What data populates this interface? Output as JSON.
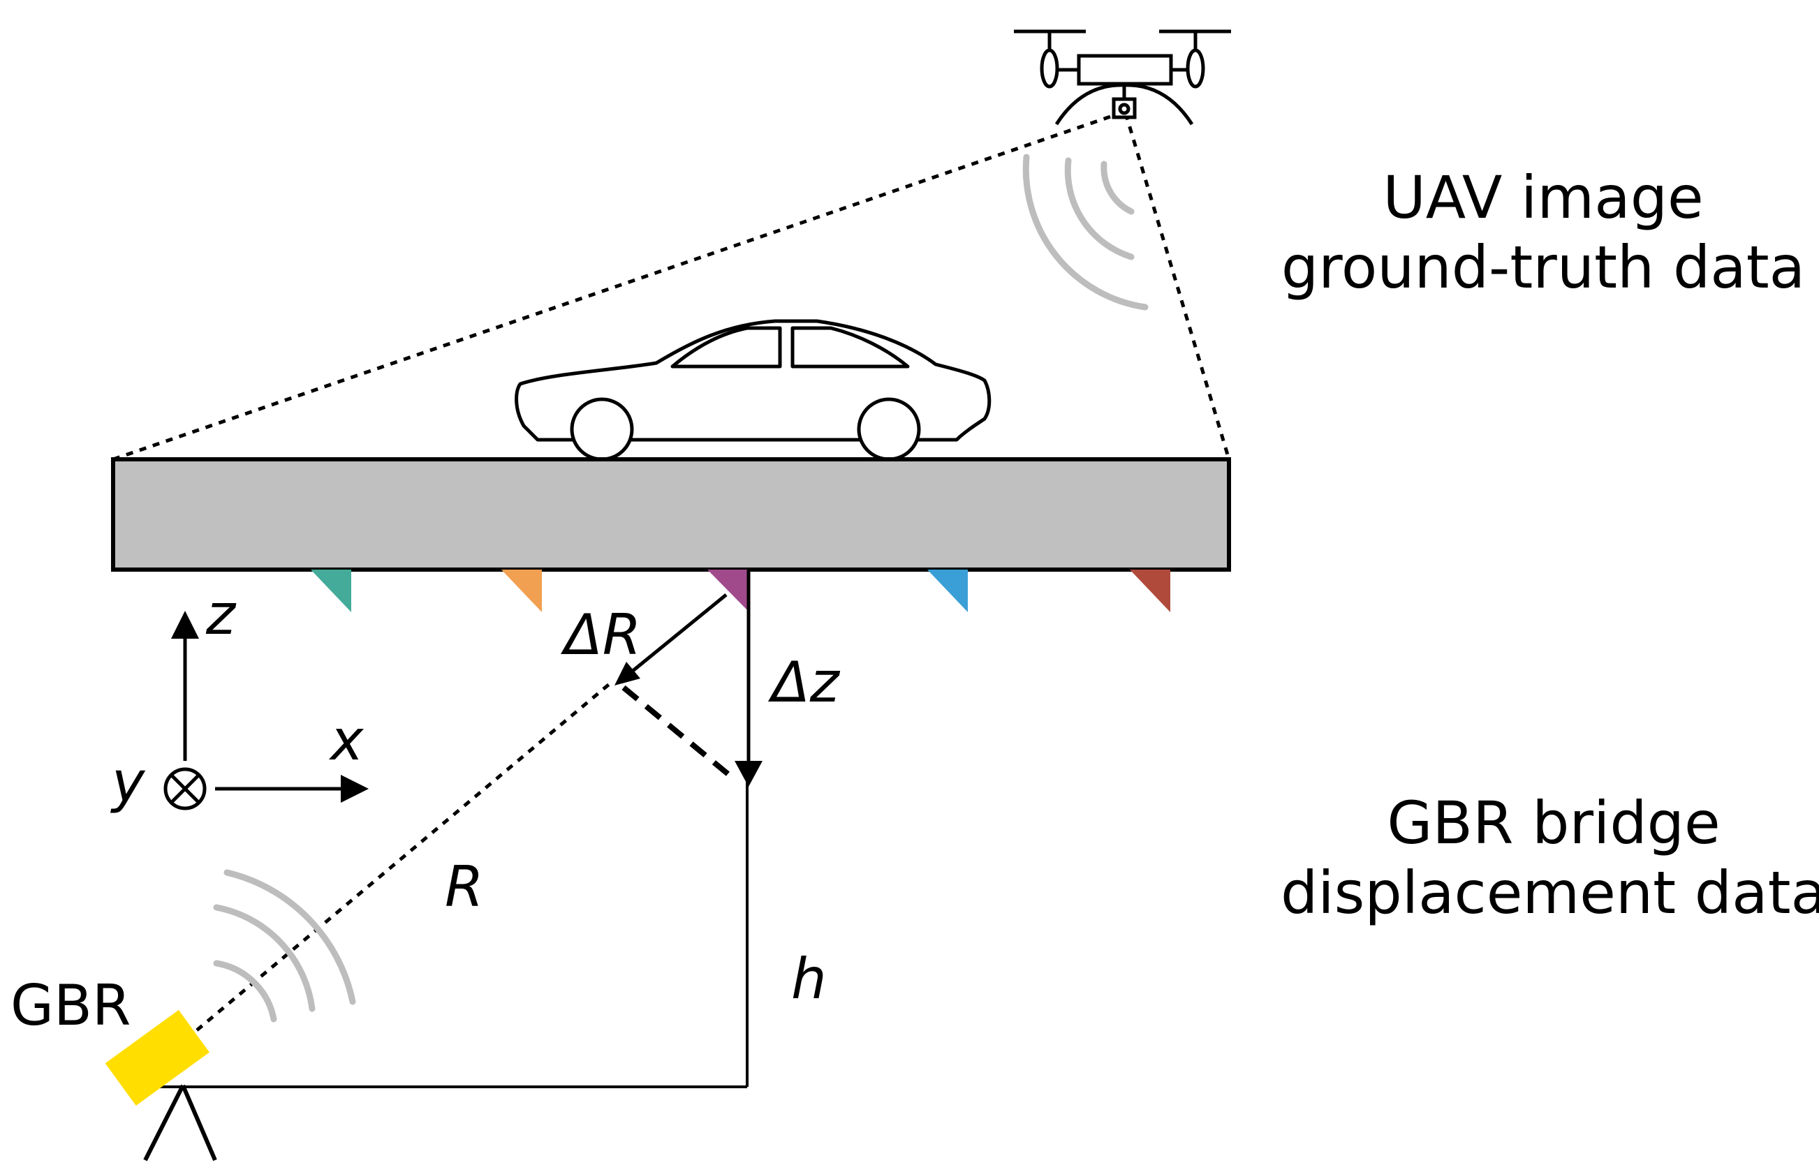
{
  "labels": {
    "uav_line1": "UAV image",
    "uav_line2": "ground-truth data",
    "gbr_line1": "GBR bridge",
    "gbr_line2": "displacement data",
    "gbr_device": "GBR",
    "axis_z": "z",
    "axis_x": "x",
    "axis_y": "y",
    "delta_r": "ΔR",
    "delta_z": "Δz",
    "range_r": "R",
    "height_h": "h"
  },
  "colors": {
    "bridge_deck": "#c0c0c0",
    "gbr_device": "#ffde00",
    "radar_waves": "#bdbdbd",
    "reflector_1": "#44aa99",
    "reflector_2": "#f0a050",
    "reflector_3": "#a04a8c",
    "reflector_4": "#3a9fd6",
    "reflector_5": "#b04a3a"
  }
}
